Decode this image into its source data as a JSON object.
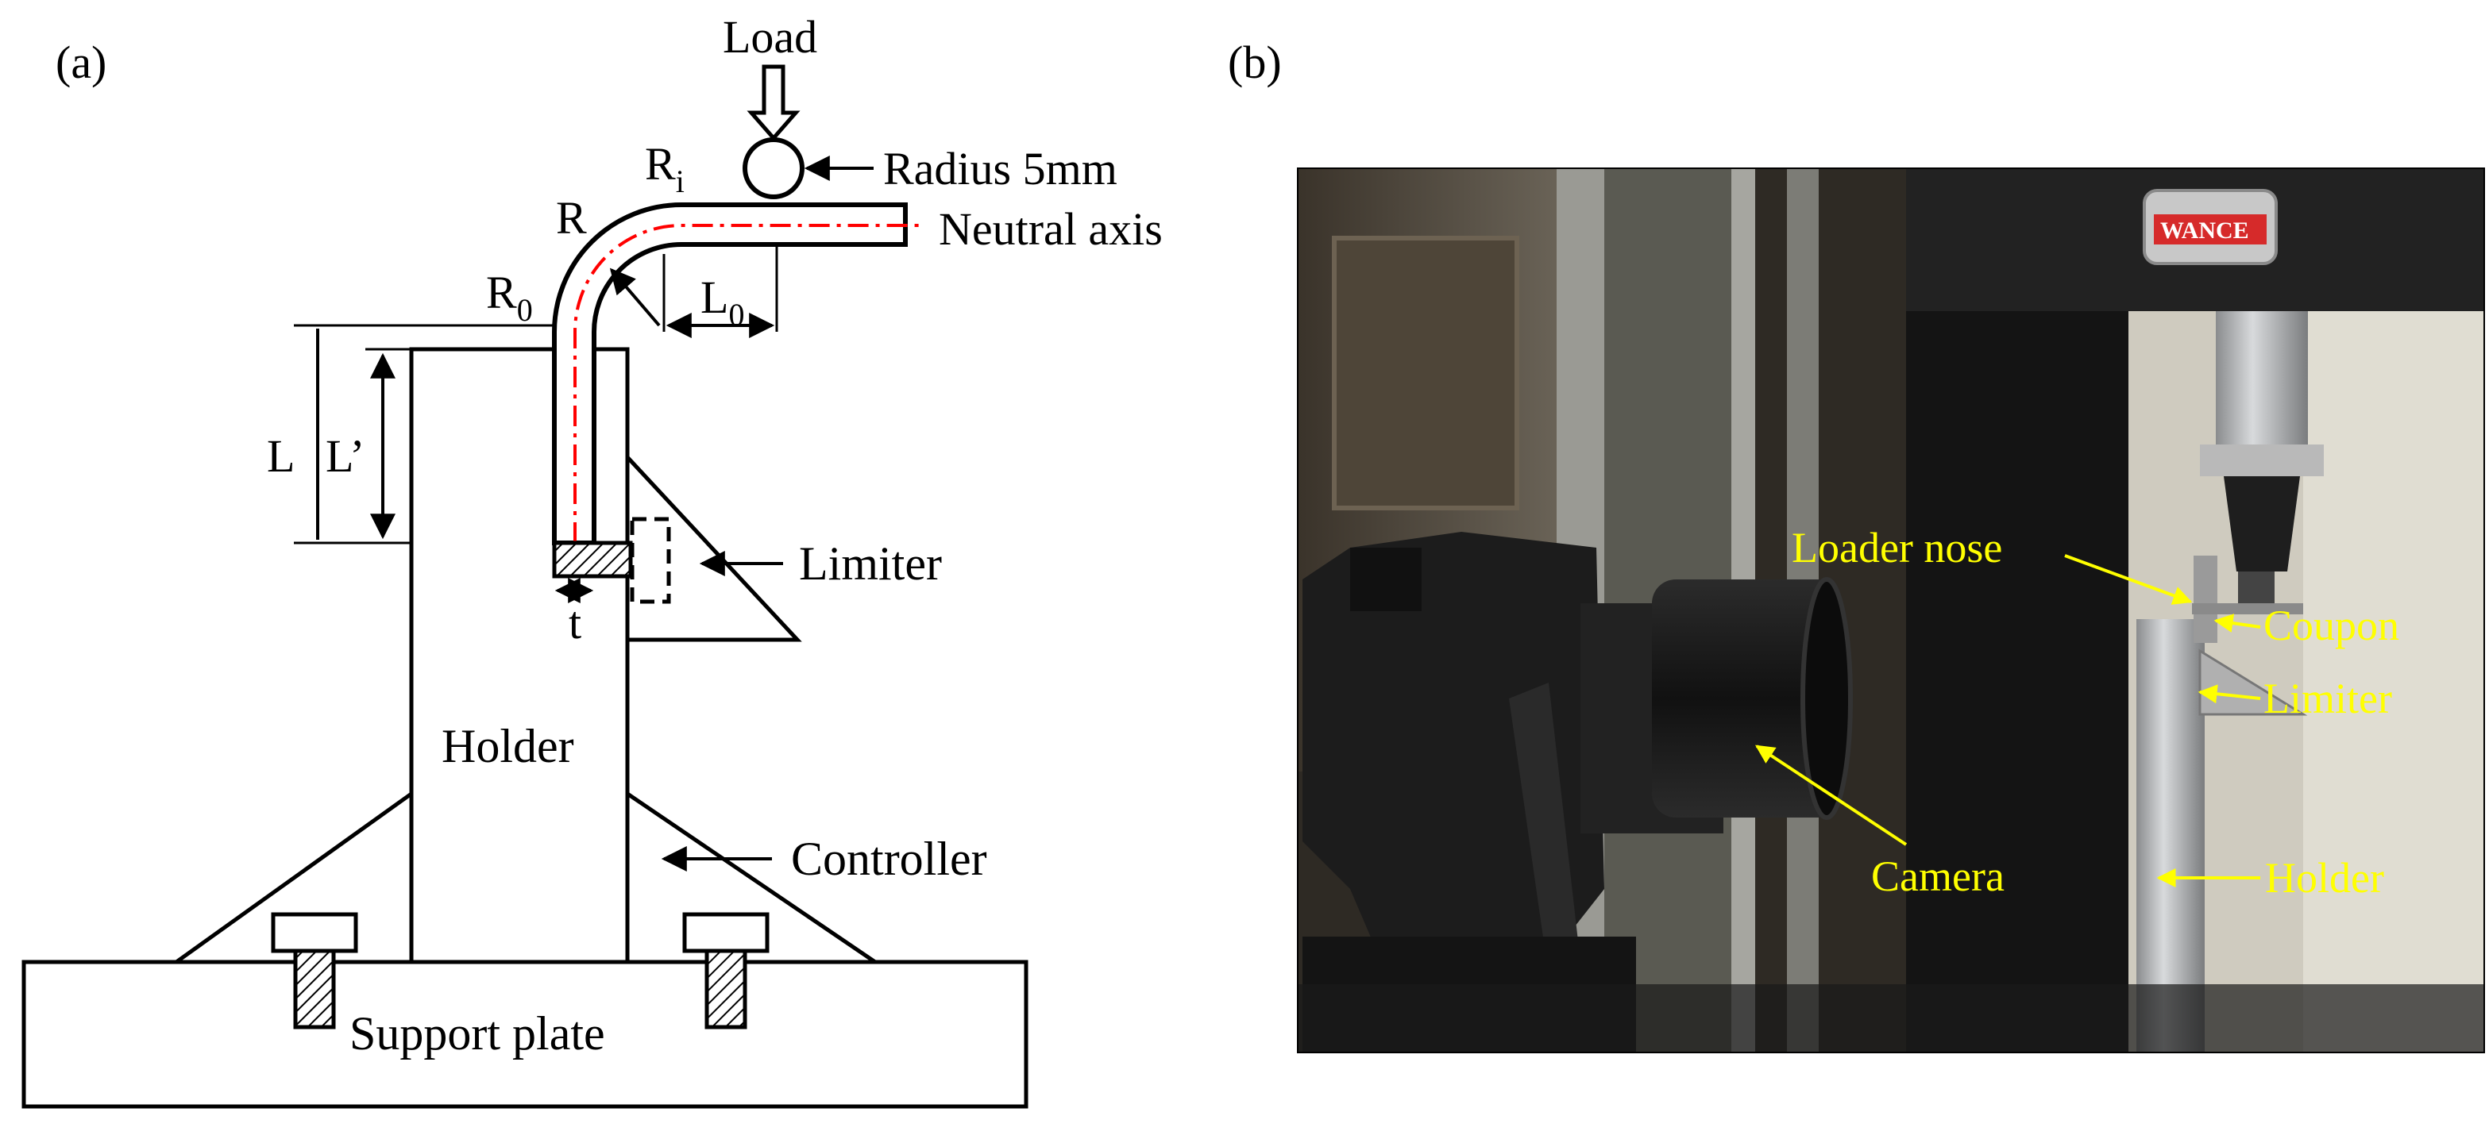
{
  "panel_a": {
    "label": "(a)",
    "texts": {
      "load": "Load",
      "radius": "Radius 5mm",
      "neutral_axis": "Neutral axis",
      "r": "R",
      "ri_base": "R",
      "ri_sub": "i",
      "r0_base": "R",
      "r0_sub": "0",
      "l0_base": "L",
      "l0_sub": "0",
      "l": "L",
      "l_prime": "L’",
      "t": "t",
      "limiter": "Limiter",
      "holder": "Holder",
      "controller": "Controller",
      "support_plate": "Support plate"
    }
  },
  "panel_b": {
    "label": "(b)",
    "brand": "WANCE",
    "annotations": {
      "loader_nose": "Loader nose",
      "coupon": "Coupon",
      "limiter": "Limiter",
      "camera": "Camera",
      "holder": "Holder"
    },
    "annotation_color": "#ffff00"
  },
  "colors": {
    "line": "#000000",
    "neutral_axis": "#ff0000",
    "photo_dark": "#1a1a1a"
  }
}
